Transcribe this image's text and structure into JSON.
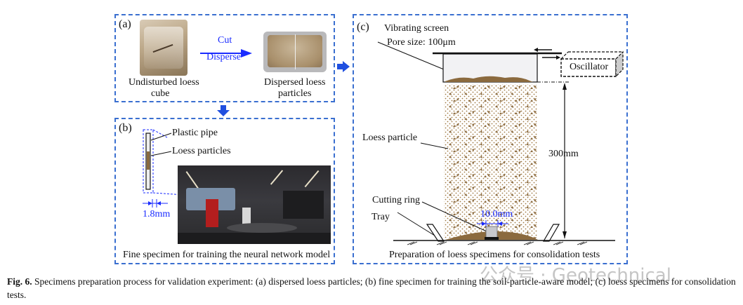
{
  "figure": {
    "panels": {
      "a": {
        "label": "(a)",
        "left_image_caption_line1": "Undisturbed loess",
        "left_image_caption_line2": "cube",
        "arrow_text_top": "Cut",
        "arrow_text_bottom": "Disperse",
        "right_image_caption_line1": "Dispersed loess",
        "right_image_caption_line2": "particles"
      },
      "b": {
        "label": "(b)",
        "callout_pipe": "Plastic pipe",
        "callout_particles": "Loess particles",
        "dimension": "1.8mm",
        "caption": "Fine specimen for training the neural network model"
      },
      "c": {
        "label": "(c)",
        "screen_title": "Vibrating screen",
        "pore_size": "Pore size: 100μm",
        "oscillator": "Oscillator",
        "loess_particle": "Loess particle",
        "height": "300mm",
        "cutting_ring": "Cutting ring",
        "tray": "Tray",
        "ring_dimension": "10.0mm",
        "caption": "Preparation of loess specimens for consolidation tests"
      }
    },
    "caption": {
      "fig_label": "Fig. 6.",
      "text": "Specimens preparation process for validation experiment: (a) dispersed loess particles; (b) fine specimen for training the soil-particle-aware model; (c) loess specimens for consolidation tests."
    },
    "watermark": "公众号 · Geotechnical",
    "colors": {
      "panel_border": "#3a6fd0",
      "annotation_blue": "#1a2bff",
      "loess_brown": "#8b6a3e",
      "flow_arrow": "#1f4fe0"
    }
  }
}
